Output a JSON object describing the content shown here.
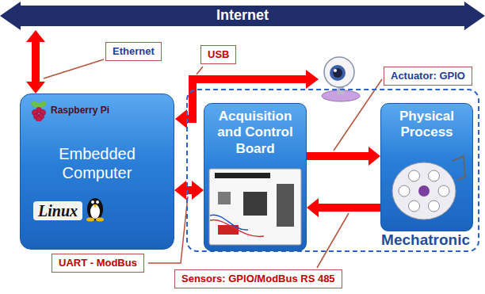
{
  "diagram": {
    "nodes": [
      {
        "text": [
          "Internet"
        ]
      },
      {
        "text": [
          "Ethernet"
        ]
      },
      {
        "text": [
          "USB"
        ]
      },
      {
        "text": [
          "Actuator: GPIO"
        ]
      },
      {
        "text": [
          "Raspberry Pi",
          "Embedded Computer",
          "Linux"
        ]
      },
      {
        "text": [
          "Mechatronic"
        ]
      },
      {
        "text": [
          "Acquisition and Control Board"
        ],
        "in": 5
      },
      {
        "text": [
          "Physical Process"
        ],
        "in": 5
      },
      {
        "text": [
          "UART - ModBus"
        ]
      },
      {
        "text": [
          "Sensors: GPIO/ModBus RS 485"
        ]
      }
    ],
    "edges": [
      {
        "from": 0,
        "to": 4,
        "arrow": "both"
      },
      {
        "from": 4,
        "to": 6,
        "arrow": "both"
      },
      {
        "from": 6,
        "to": 7,
        "arrow": "to"
      },
      {
        "from": 7,
        "to": 6,
        "arrow": "to"
      }
    ]
  }
}
